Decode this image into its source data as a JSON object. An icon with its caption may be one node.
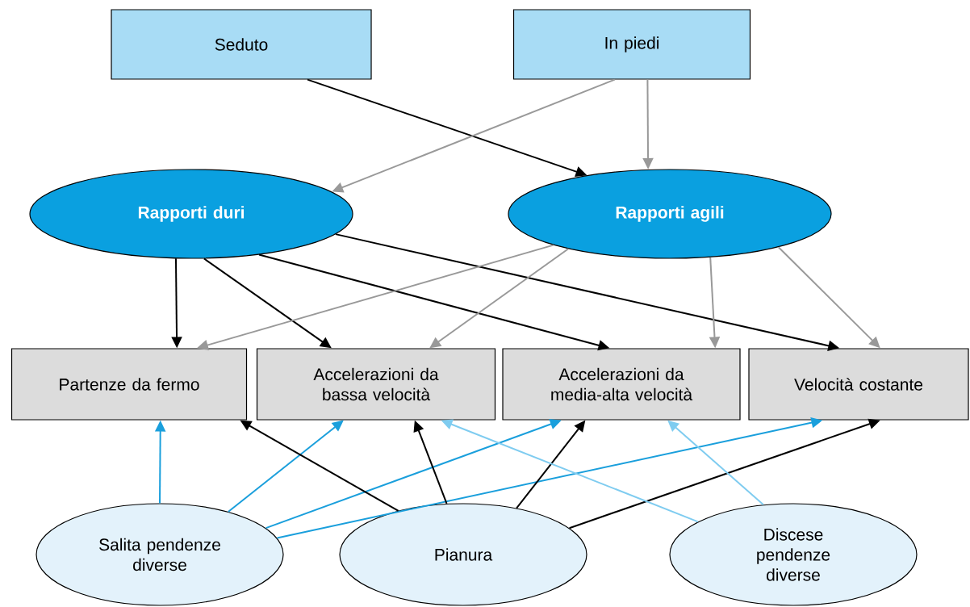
{
  "diagram": {
    "nodes": [
      {
        "text": [
          "Seduto"
        ]
      },
      {
        "text": [
          "In piedi"
        ]
      },
      {
        "text": [
          "Rapporti duri"
        ]
      },
      {
        "text": [
          "Rapporti agili"
        ]
      },
      {
        "text": [
          "Partenze da fermo"
        ]
      },
      {
        "text": [
          "Accelerazioni da bassa velocità"
        ]
      },
      {
        "text": [
          "Accelerazioni da media-alta velocità"
        ]
      },
      {
        "text": [
          "Velocità costante"
        ]
      },
      {
        "text": [
          "Salita pendenze diverse"
        ]
      },
      {
        "text": [
          "Pianura"
        ]
      },
      {
        "text": [
          "Discese pendenze diverse"
        ]
      }
    ],
    "edges": [
      {
        "from": 0,
        "to": 3,
        "arrow": "to"
      },
      {
        "from": 1,
        "to": 2,
        "arrow": "to",
        "color": "#999999"
      },
      {
        "from": 1,
        "to": 3,
        "arrow": "to",
        "color": "#999999"
      },
      {
        "from": 2,
        "to": 4,
        "arrow": "to"
      },
      {
        "from": 2,
        "to": 5,
        "arrow": "to"
      },
      {
        "from": 2,
        "to": 6,
        "arrow": "to"
      },
      {
        "from": 2,
        "to": 7,
        "arrow": "to"
      },
      {
        "from": 3,
        "to": 4,
        "arrow": "to",
        "color": "#999999"
      },
      {
        "from": 3,
        "to": 5,
        "arrow": "to",
        "color": "#999999"
      },
      {
        "from": 3,
        "to": 6,
        "arrow": "to",
        "color": "#999999"
      },
      {
        "from": 3,
        "to": 7,
        "arrow": "to",
        "color": "#999999"
      },
      {
        "from": 8,
        "to": 4,
        "arrow": "to",
        "color": "#1a9fdc"
      },
      {
        "from": 8,
        "to": 5,
        "arrow": "to",
        "color": "#1a9fdc"
      },
      {
        "from": 8,
        "to": 6,
        "arrow": "to",
        "color": "#1a9fdc"
      },
      {
        "from": 8,
        "to": 7,
        "arrow": "to",
        "color": "#1a9fdc"
      },
      {
        "from": 9,
        "to": 4,
        "arrow": "to"
      },
      {
        "from": 9,
        "to": 5,
        "arrow": "to"
      },
      {
        "from": 9,
        "to": 6,
        "arrow": "to"
      },
      {
        "from": 9,
        "to": 7,
        "arrow": "to"
      },
      {
        "from": 10,
        "to": 5,
        "arrow": "to",
        "color": "#7fccf0"
      },
      {
        "from": 10,
        "to": 6,
        "arrow": "to",
        "color": "#7fccf0"
      }
    ]
  }
}
